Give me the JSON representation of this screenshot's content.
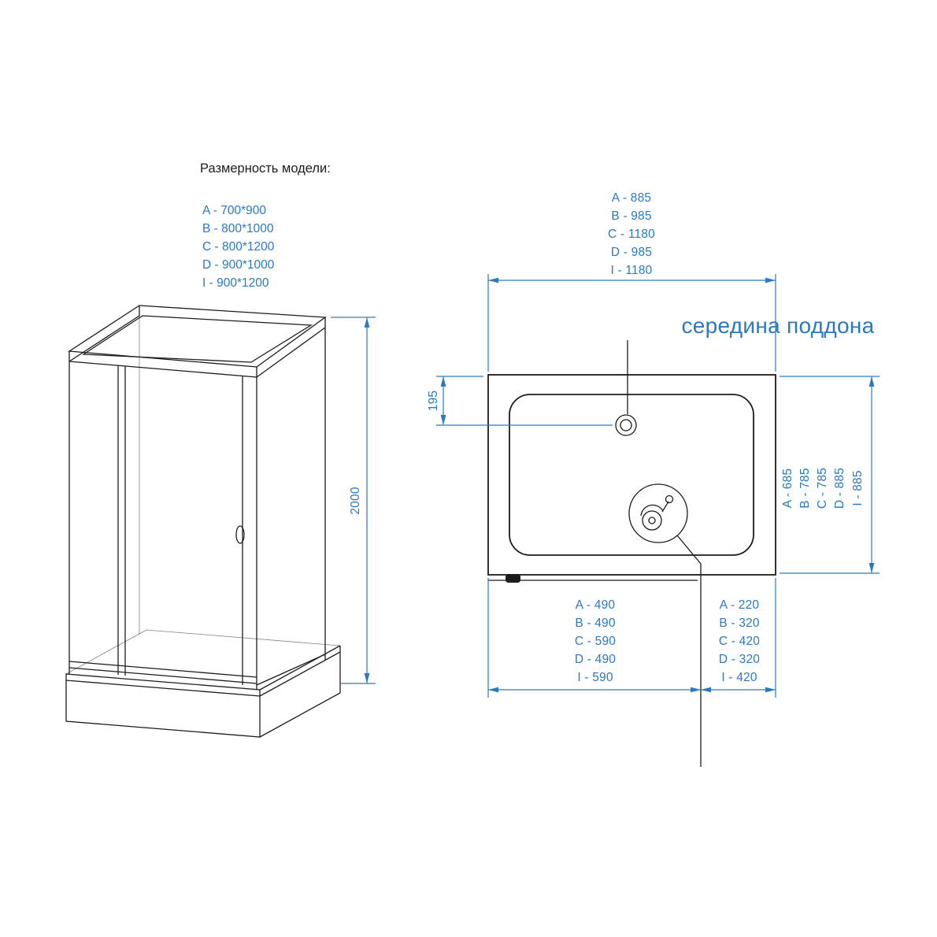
{
  "colors": {
    "line-color": "#1c1c1c",
    "dim-color": "#2b79c2",
    "bg-color": "#ffffff"
  },
  "legend": {
    "title": "Размерность модели:",
    "items": [
      "A - 700*900",
      "B - 800*1000",
      "C - 800*1200",
      "D - 900*1000",
      "I - 900*1200"
    ]
  },
  "elevation": {
    "height": "2000"
  },
  "top_view": {
    "center_label": "середина поддона",
    "drain_offset": "195",
    "width_top": {
      "items": [
        "A - 885",
        "B - 985",
        "C - 1180",
        "D - 985"
      ],
      "main": "I - 1180"
    },
    "depth_right": {
      "items": [
        "A - 685",
        "B - 785",
        "C - 785",
        "D - 885"
      ],
      "main": "I - 885"
    },
    "drain_from_left": {
      "items": [
        "A - 490",
        "B - 490",
        "C - 590",
        "D - 490"
      ],
      "main": "I - 590"
    },
    "drain_from_right": {
      "items": [
        "A - 220",
        "B - 320",
        "C - 420",
        "D - 320"
      ],
      "main": "I - 420"
    }
  }
}
